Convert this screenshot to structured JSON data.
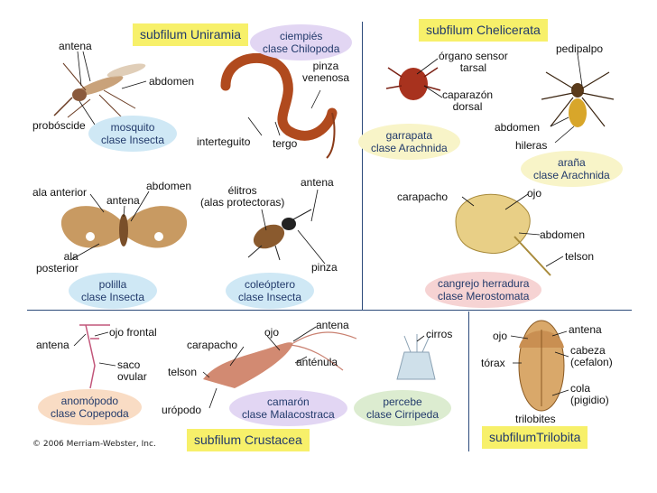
{
  "groups": {
    "uniramia": "subfilum Uniramia",
    "chelicerata": "subfilum Chelicerata",
    "crustacea": "subfilum Crustacea",
    "trilobita": "subfilumTrilobita"
  },
  "classes": {
    "ciempies": "ciempiés\nclase Chilopoda",
    "mosquito": "mosquito\nclase Insecta",
    "polilla": "polilla\nclase Insecta",
    "coleoptero": "coleóptero\nclase Insecta",
    "garrapata": "garrapata\nclase Arachnida",
    "arana": "araña\nclase Arachnida",
    "cangrejo": "cangrejo herradura\nclase Merostomata",
    "anomopodo": "anomópodo\nclase Copepoda",
    "camaron": "camarón\nclase Malacostraca",
    "percebe": "percebe\nclase Cirripeda"
  },
  "labels": {
    "mosquito_antena": "antena",
    "mosquito_abdomen": "abdomen",
    "mosquito_proboscide": "probóscide",
    "ciempies_pinza": "pinza\nvenenosa",
    "ciempies_interteguito": "interteguito",
    "ciempies_tergo": "tergo",
    "ciempies_antena": "antena",
    "polilla_ala_anterior": "ala anterior",
    "polilla_antena": "antena",
    "polilla_abdomen": "abdomen",
    "polilla_ala_posterior": "ala\nposterior",
    "coleoptero_elitros": "élitros\n(alas protectoras)",
    "coleoptero_pinza": "pinza",
    "garrapata_organo": "órgano sensor\ntarsal",
    "garrapata_caparazon": "caparazón\ndorsal",
    "arana_pedipalpo": "pedipalpo",
    "arana_abdomen": "abdomen",
    "arana_hileras": "hileras",
    "cangrejo_carapacho": "carapacho",
    "cangrejo_ojo": "ojo",
    "cangrejo_abdomen": "abdomen",
    "cangrejo_telson": "telson",
    "anomopodo_antena": "antena",
    "anomopodo_ojo": "ojo frontal",
    "anomopodo_saco": "saco\novular",
    "camaron_carapacho": "carapacho",
    "camaron_ojo": "ojo",
    "camaron_antena": "antena",
    "camaron_antenula": "anténula",
    "camaron_telson": "telson",
    "camaron_uropodo": "urópodo",
    "percebe_cirros": "cirros",
    "trilobites_ojo": "ojo",
    "trilobites_torax": "tórax",
    "trilobites_antena": "antena",
    "trilobites_cabeza": "cabeza\n(cefalon)",
    "trilobites_cola": "cola\n(pigidio)",
    "trilobites_name": "trilobites"
  },
  "copyright": "© 2006 Merriam-Webster, Inc.",
  "colors": {
    "yellow_badge": "#f7f06a",
    "blue_oval": "#cfe8f5",
    "purple_oval": "#e2d6f3",
    "yellow_oval": "#f8f4c8",
    "pink_oval": "#f6d3d3",
    "peach_oval": "#f9dcc4",
    "green_oval": "#dcecd0",
    "divider": "#2c4a7a"
  }
}
